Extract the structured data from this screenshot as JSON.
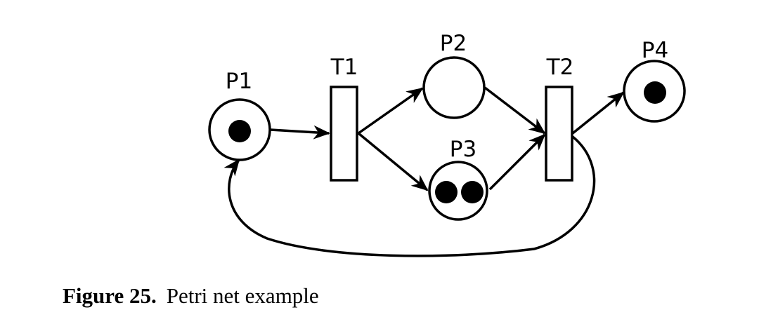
{
  "diagram": {
    "type": "petri-net",
    "places": [
      {
        "id": "P1",
        "label": "P1",
        "tokens": 1
      },
      {
        "id": "P2",
        "label": "P2",
        "tokens": 0
      },
      {
        "id": "P3",
        "label": "P3",
        "tokens": 2
      },
      {
        "id": "P4",
        "label": "P4",
        "tokens": 1
      }
    ],
    "transitions": [
      {
        "id": "T1",
        "label": "T1"
      },
      {
        "id": "T2",
        "label": "T2"
      }
    ],
    "arcs": [
      {
        "from": "P1",
        "to": "T1"
      },
      {
        "from": "T1",
        "to": "P2"
      },
      {
        "from": "T1",
        "to": "P3"
      },
      {
        "from": "P2",
        "to": "T2"
      },
      {
        "from": "P3",
        "to": "T2"
      },
      {
        "from": "T2",
        "to": "P4"
      },
      {
        "from": "T2",
        "to": "P1"
      }
    ],
    "colors": {
      "stroke": "#000000",
      "fill": "#ffffff",
      "token": "#000000"
    }
  },
  "caption": {
    "number": "Figure 25.",
    "text": "Petri net example"
  }
}
